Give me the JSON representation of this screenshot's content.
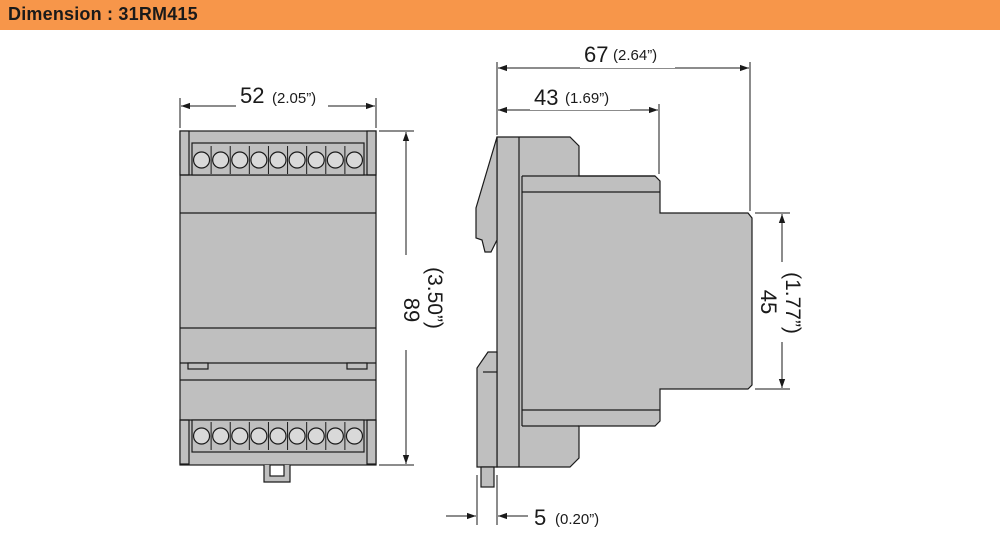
{
  "header": {
    "title": "Dimension : 31RM415"
  },
  "dimensions": {
    "front_width": {
      "value": "52",
      "inch": "(2.05”)"
    },
    "front_height": {
      "value": "89",
      "inch": "(3.50”)"
    },
    "side_total": {
      "value": "67",
      "inch": "(2.64”)"
    },
    "side_partial": {
      "value": "43",
      "inch": "(1.69”)"
    },
    "side_height": {
      "value": "45",
      "inch": "(1.77”)"
    },
    "rail_offset": {
      "value": "5",
      "inch": "(0.20”)"
    }
  },
  "colors": {
    "header_bg": "#f7964a",
    "body_fill": "#bfbfbf",
    "outline": "#1a1a1a"
  }
}
